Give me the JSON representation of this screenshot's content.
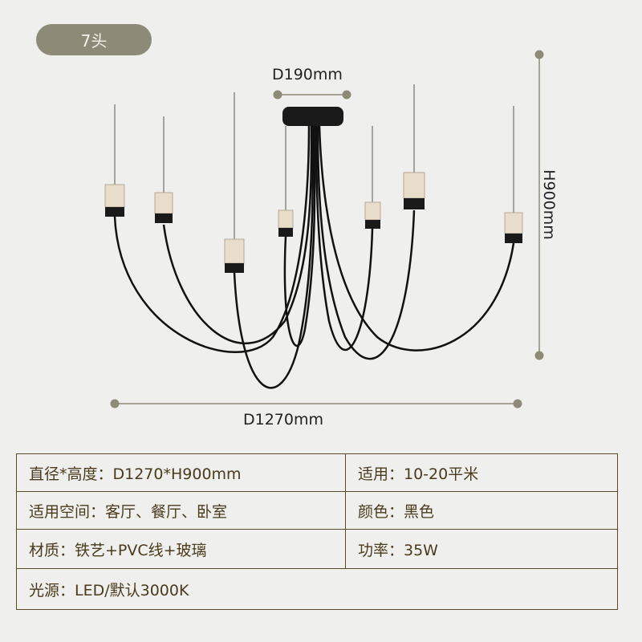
{
  "badge": "7头",
  "dimensions": {
    "canopy": "D190mm",
    "height": "H900mm",
    "diameter": "D1270mm"
  },
  "colors": {
    "accent": "#8d8a78",
    "table_border": "#5a4a2c",
    "text": "#4a3a1c"
  },
  "specs": [
    [
      "直径*高度：D1270*H900mm",
      "适用：10-20平米"
    ],
    [
      "适用空间：客厅、餐厅、卧室",
      "颜色：黑色"
    ],
    [
      "材质：铁艺+PVC线+玻璃",
      "功率：35W"
    ],
    [
      "光源：LED/默认3000K"
    ]
  ]
}
